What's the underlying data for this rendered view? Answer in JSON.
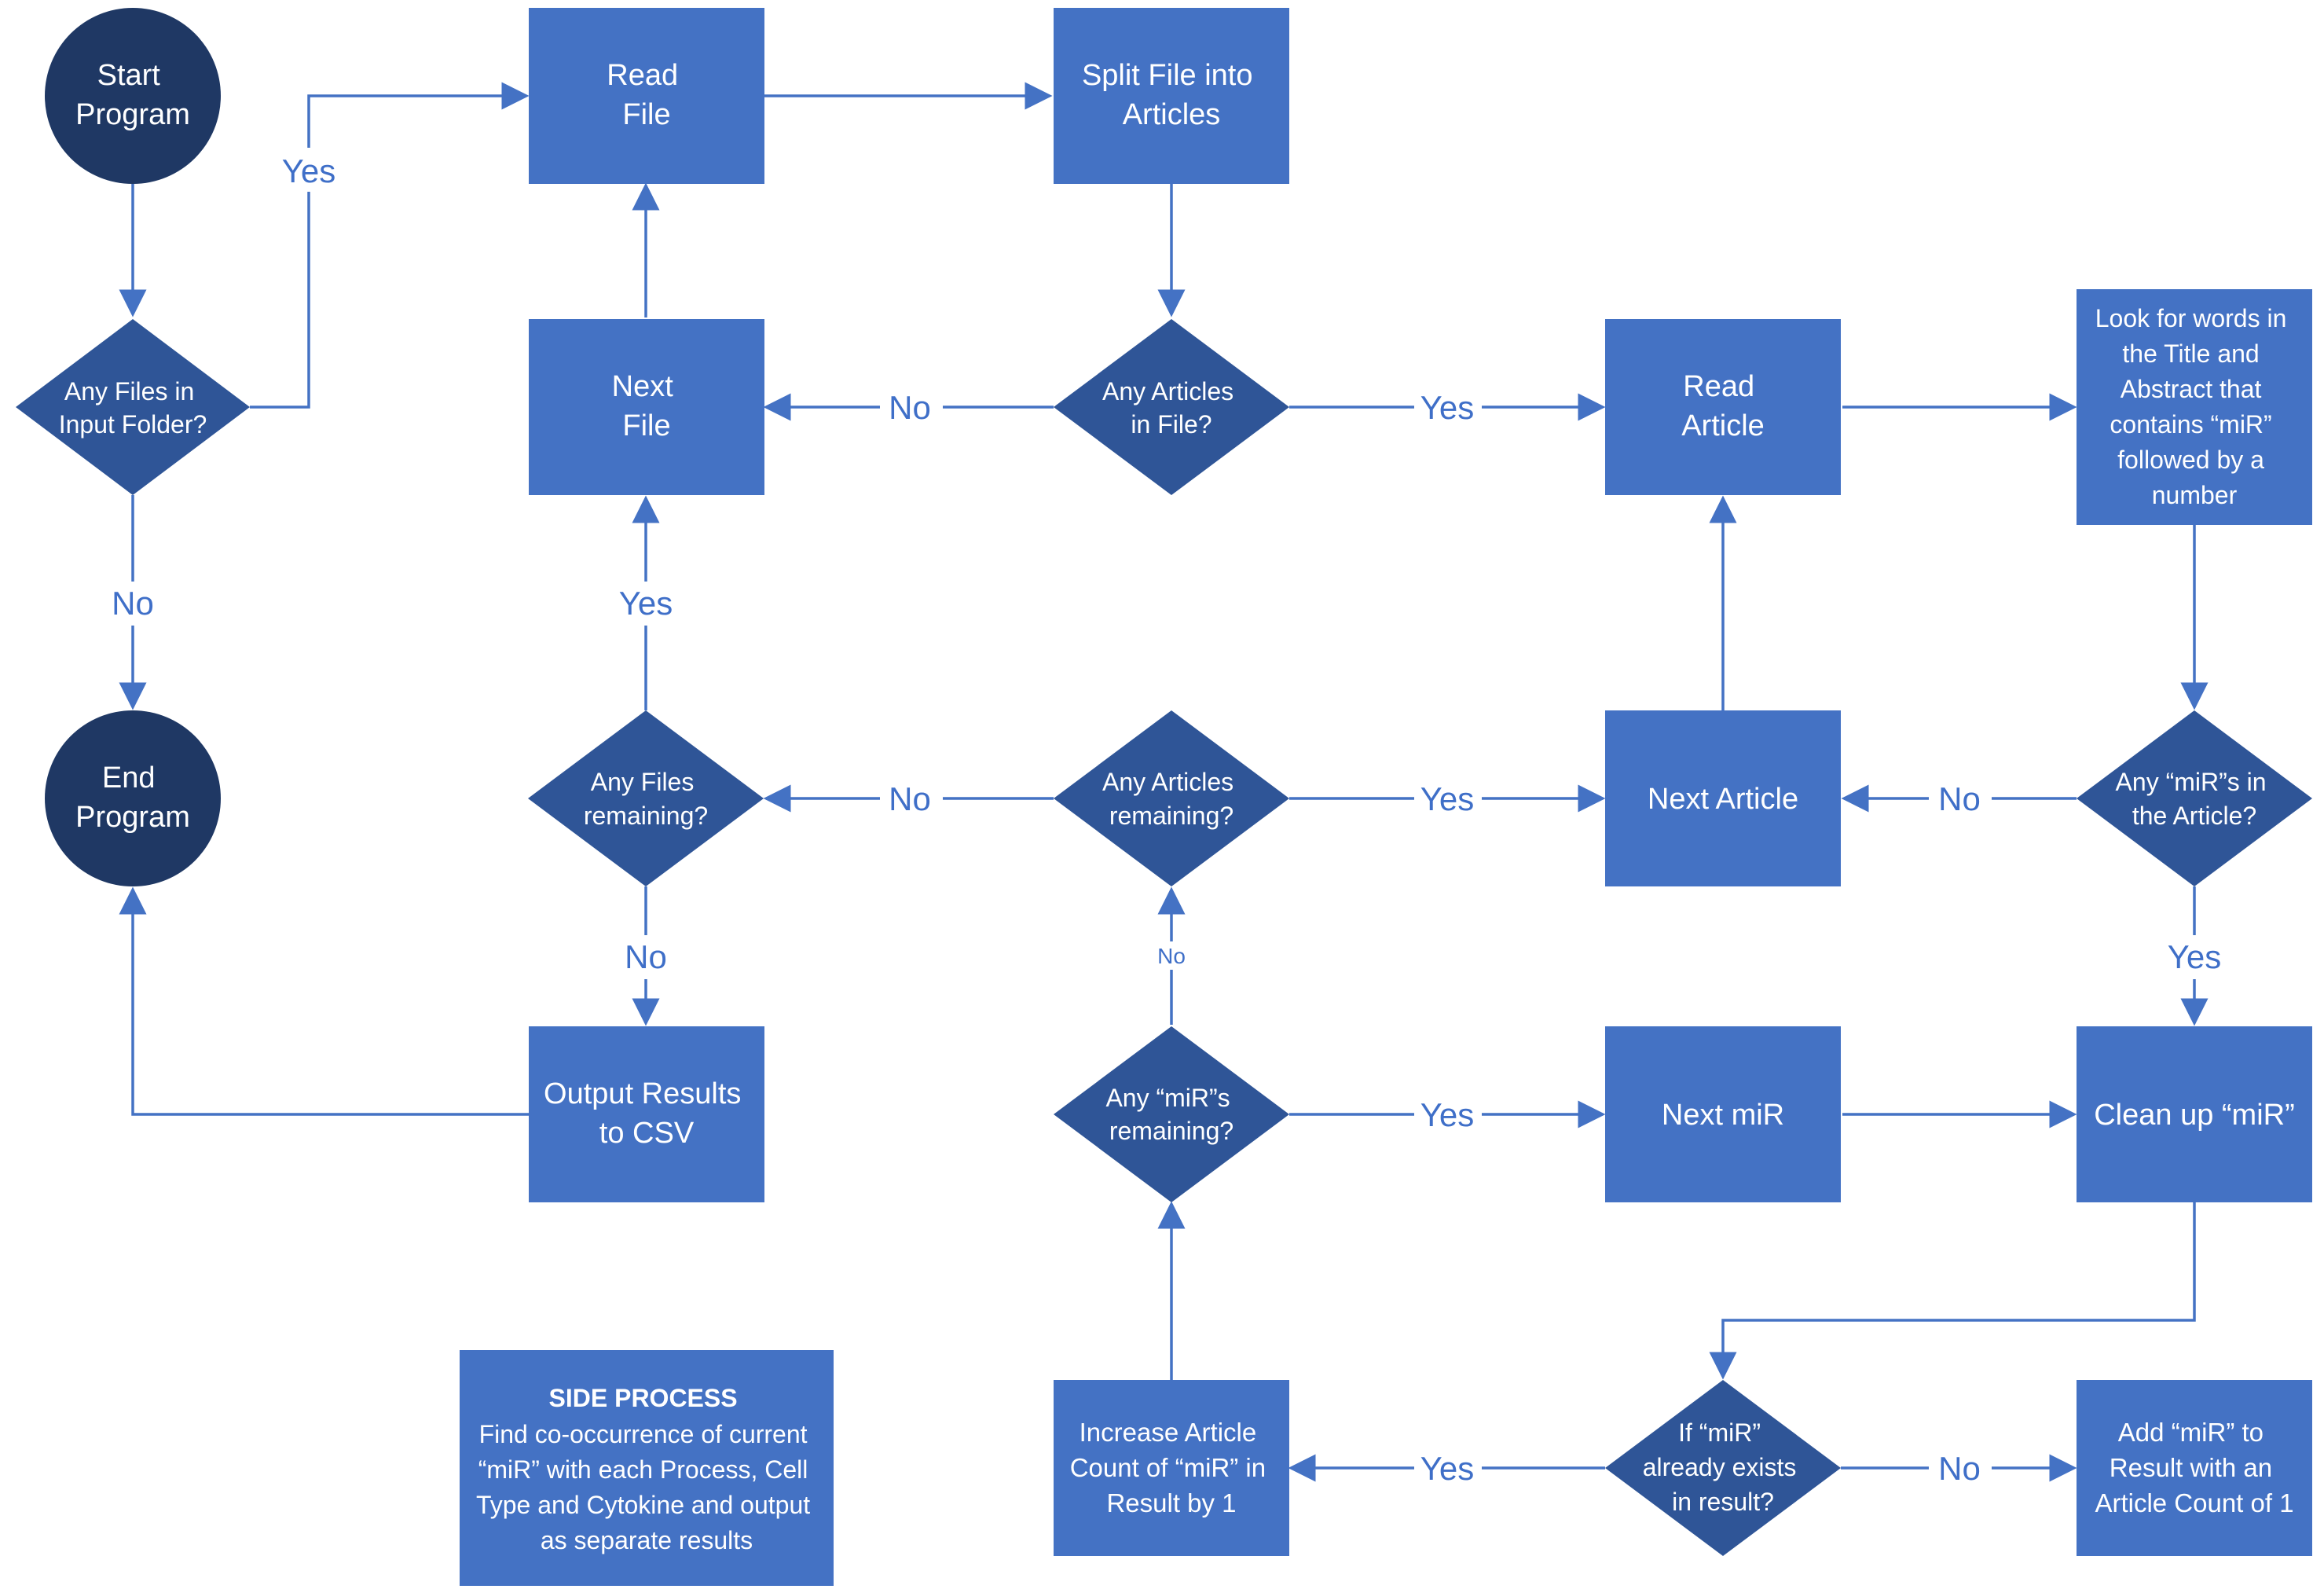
{
  "colors": {
    "box": "#4472c4",
    "decision": "#2f5597",
    "terminal": "#1f3864",
    "arrow": "#4472c4",
    "edge_label": "#3f6fc8",
    "node_text": "#ffffff"
  },
  "nodes": {
    "start": {
      "lines": [
        "Start",
        "Program"
      ]
    },
    "end": {
      "lines": [
        "End",
        "Program"
      ]
    },
    "read_file": {
      "lines": [
        "Read",
        "File"
      ]
    },
    "split_file": {
      "lines": [
        "Split File into",
        "Articles"
      ]
    },
    "next_file": {
      "lines": [
        "Next",
        "File"
      ]
    },
    "read_article": {
      "lines": [
        "Read",
        "Article"
      ]
    },
    "look_for_words": {
      "lines": [
        "Look for words in",
        "the Title and",
        "Abstract that",
        "contains “miR”",
        "followed by a",
        "number"
      ]
    },
    "any_files_input": {
      "lines": [
        "Any Files in",
        "Input Folder?"
      ]
    },
    "any_articles_file": {
      "lines": [
        "Any Articles",
        "in File?"
      ]
    },
    "any_files_remaining": {
      "lines": [
        "Any Files",
        "remaining?"
      ]
    },
    "any_articles_remaining": {
      "lines": [
        "Any Articles",
        "remaining?"
      ]
    },
    "next_article": {
      "lines": [
        "Next Article"
      ]
    },
    "any_mir_in_article": {
      "lines": [
        "Any “miR”s in",
        "the Article?"
      ]
    },
    "output_results": {
      "lines": [
        "Output Results",
        "to CSV"
      ]
    },
    "any_mir_remaining": {
      "lines": [
        "Any “miR”s",
        "remaining?"
      ]
    },
    "next_mir": {
      "lines": [
        "Next miR"
      ]
    },
    "clean_up_mir": {
      "lines": [
        "Clean up “miR”"
      ]
    },
    "side_process": {
      "heading": "SIDE PROCESS",
      "lines": [
        "Find co-occurrence of current",
        "“miR” with each Process, Cell",
        "Type and Cytokine and output",
        "as separate results"
      ]
    },
    "increase_count": {
      "lines": [
        "Increase Article",
        "Count of “miR” in",
        "Result by 1"
      ]
    },
    "mir_exists": {
      "lines": [
        "If “miR”",
        "already exists",
        "in result?"
      ]
    },
    "add_mir": {
      "lines": [
        "Add “miR” to",
        "Result with an",
        "Article Count of 1"
      ]
    }
  },
  "edge_labels": {
    "input_yes": "Yes",
    "input_no": "No",
    "articles_in_file_no": "No",
    "articles_in_file_yes": "Yes",
    "files_remaining_yes": "Yes",
    "files_remaining_no": "No",
    "articles_remaining_no": "No",
    "articles_remaining_yes": "Yes",
    "mir_in_article_no": "No",
    "mir_in_article_yes": "Yes",
    "mir_remaining_no": "No",
    "mir_remaining_yes": "Yes",
    "mir_exists_yes": "Yes",
    "mir_exists_no": "No"
  }
}
